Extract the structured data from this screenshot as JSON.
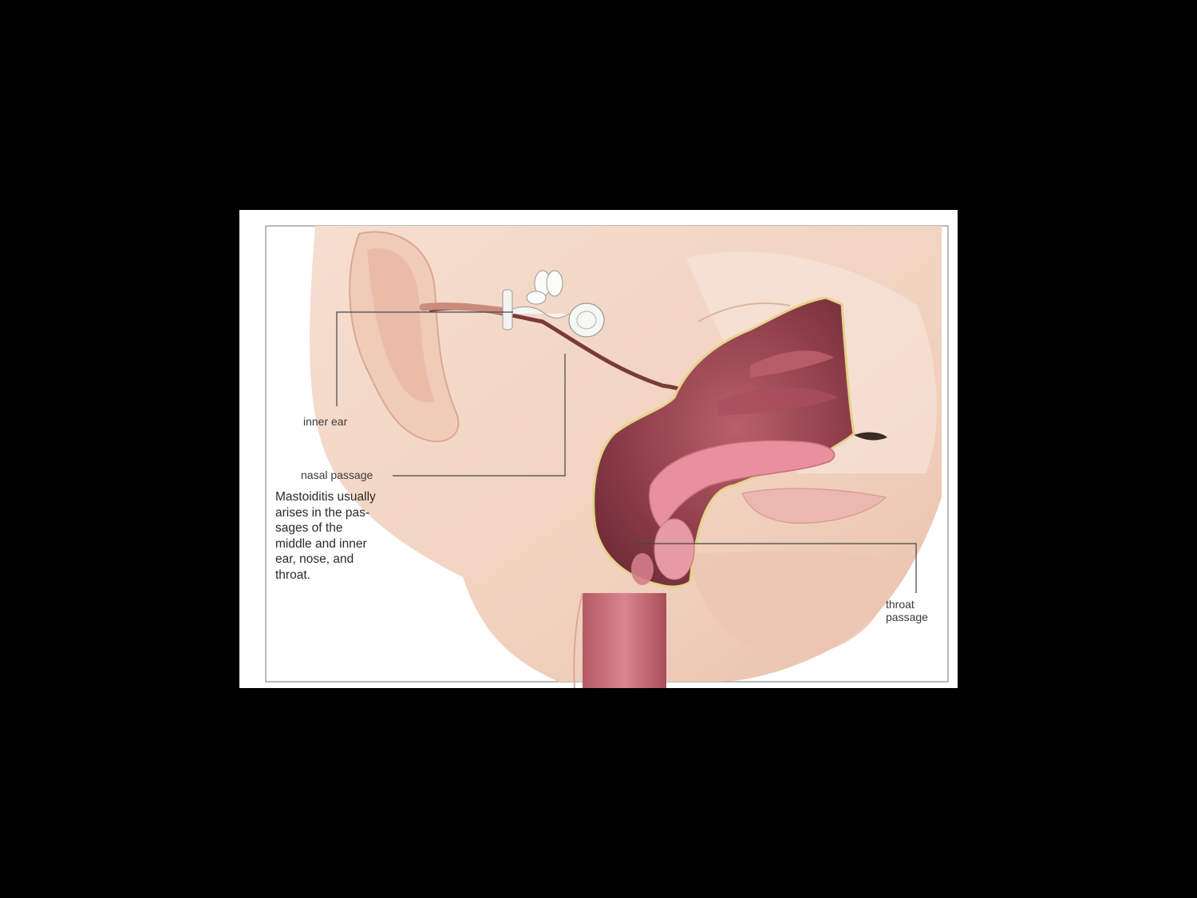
{
  "labels": {
    "inner_ear": "inner ear",
    "nasal_passage": "nasal passage",
    "throat_passage": "throat\npassage"
  },
  "caption": "Mastoiditis usually\narises in the pas-\nsages of the\nmiddle and inner\near, nose, and\nthroat.",
  "colors": {
    "background": "#000000",
    "panel": "#ffffff",
    "skin": "#f3d6c4",
    "cavity": "#8a3a46",
    "tongue": "#e58a99",
    "leader_line": "#444444"
  }
}
